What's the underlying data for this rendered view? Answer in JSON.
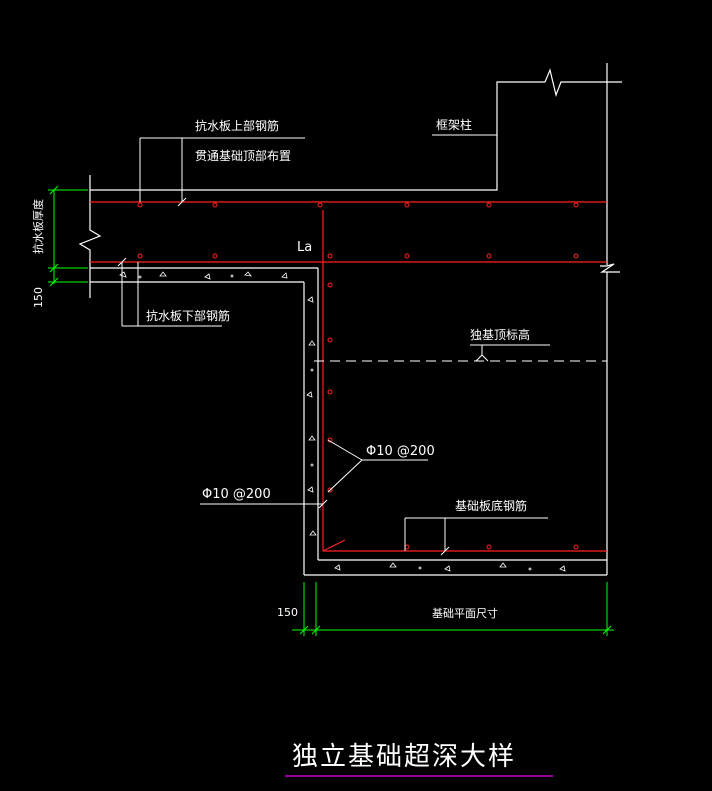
{
  "labels": {
    "top_rebar": "抗水板上部钢筋",
    "top_rebar_through": "贯通基础顶部布置",
    "frame_column": "框架柱",
    "slab_thickness": "抗水板厚度",
    "la": "La",
    "dim_150_left": "150",
    "bottom_rebar": "抗水板下部钢筋",
    "foundation_top_elev": "独基顶标高",
    "stirrup_right": "Φ10 @200",
    "stirrup_left": "Φ10 @200",
    "base_bottom_rebar": "基础板底钢筋",
    "dim_150_bottom": "150",
    "base_plan_size": "基础平面尺寸"
  },
  "title": "独立基础超深大样",
  "colors": {
    "background": "#000000",
    "outline": "#ffffff",
    "rebar": "#ff2020",
    "dimension": "#00ff00",
    "title_underline": "#cc00cc"
  }
}
